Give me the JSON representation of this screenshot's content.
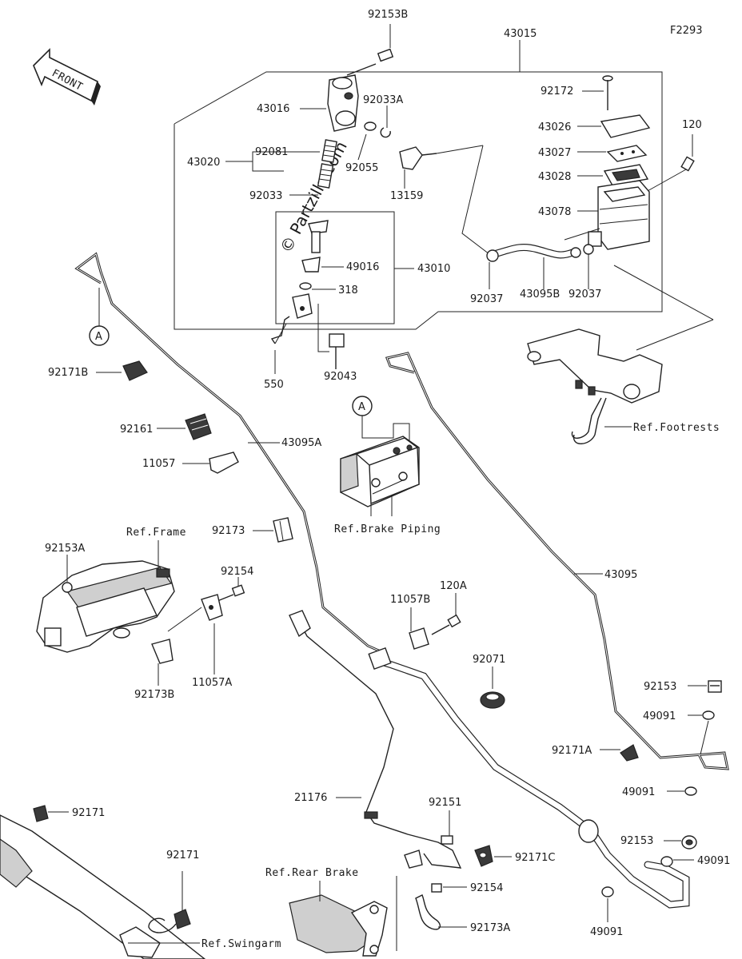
{
  "diagram_code": "F2293",
  "front_label": "FRONT",
  "watermark": "© Partzilla.com",
  "callouts": {
    "A_top": "A",
    "A_abs": "A"
  },
  "parts": {
    "p92153B": "92153B",
    "p43015": "43015",
    "p43016": "43016",
    "p92033A": "92033A",
    "p43020": "43020",
    "p92081": "92081",
    "p92055": "92055",
    "p13159": "13159",
    "p92033": "92033",
    "p49016": "49016",
    "p43010": "43010",
    "p318": "318",
    "p550": "550",
    "p92043": "92043",
    "p92172": "92172",
    "p43026": "43026",
    "p43027": "43027",
    "p43028": "43028",
    "p120": "120",
    "p43078": "43078",
    "p92037_l": "92037",
    "p43095B": "43095B",
    "p92037_r": "92037",
    "p92171B": "92171B",
    "p92161": "92161",
    "p43095A": "43095A",
    "p11057": "11057",
    "p92173": "92173",
    "p92153A": "92153A",
    "p92154_t": "92154",
    "p92173B": "92173B",
    "p11057A": "11057A",
    "p11057B": "11057B",
    "p120A": "120A",
    "p92071": "92071",
    "p43095": "43095",
    "p92153_t": "92153",
    "p49091_t": "49091",
    "p92171A": "92171A",
    "p49091_m": "49091",
    "p21176": "21176",
    "p92151": "92151",
    "p92171C": "92171C",
    "p92153_b": "92153",
    "p49091_r": "49091",
    "p92154_b": "92154",
    "p92173A": "92173A",
    "p49091_b": "49091",
    "p92171_t": "92171",
    "p92171_b": "92171"
  },
  "references": {
    "footrests": "Ref.Footrests",
    "brake_piping": "Ref.Brake Piping",
    "frame": "Ref.Frame",
    "rear_brake": "Ref.Rear Brake",
    "swingarm": "Ref.Swingarm"
  }
}
